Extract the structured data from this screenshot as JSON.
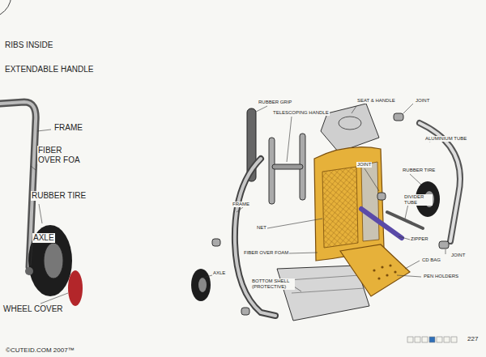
{
  "diagram": {
    "labels": [
      "RIBS INSIDE",
      "EXTENDABLE HANDLE",
      "FRAME",
      "FIBER OVER FOA",
      "RUBBER TIRE",
      "AXLE",
      "WHEEL COVER",
      "RUBBER GRIP",
      "TELESCOPING HANDLE",
      "SEAT & HANDLE",
      "JOINT",
      "ALUMINIUM TUBE",
      "JOINT",
      "RUBBER TIRE",
      "FRAME",
      "DIVIDER TUBE",
      "NET",
      "ZIPPER",
      "FIBER OVER FOAM",
      "CD BAG",
      "JOINT",
      "PEN HOLDERS",
      "AXLE",
      "BOTTOM SHELL (PROTECTIVE)",
      "©CUTEID.COM 2007™",
      "227"
    ]
  }
}
